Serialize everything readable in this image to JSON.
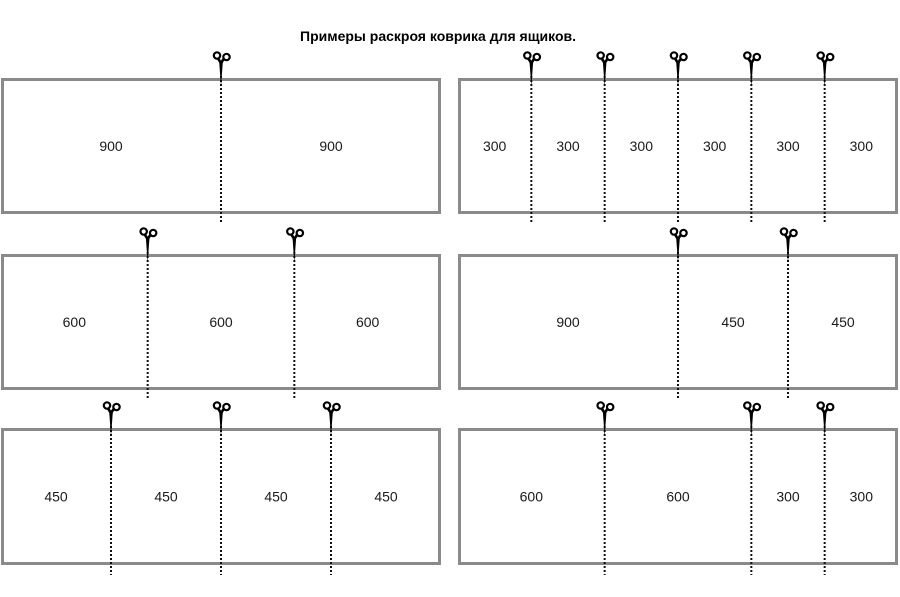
{
  "title": "Примеры раскроя коврика для ящиков.",
  "colors": {
    "border": "#8a8a8a",
    "cut_line": "#111111",
    "scissors": "#000000",
    "text": "#1a1a1a"
  },
  "icons": {
    "cut_marker": "scissors-icon"
  },
  "mats": [
    {
      "id": "mat-1",
      "segments": [
        {
          "label": "900",
          "length": 900
        },
        {
          "label": "900",
          "length": 900
        }
      ]
    },
    {
      "id": "mat-2",
      "segments": [
        {
          "label": "300",
          "length": 300
        },
        {
          "label": "300",
          "length": 300
        },
        {
          "label": "300",
          "length": 300
        },
        {
          "label": "300",
          "length": 300
        },
        {
          "label": "300",
          "length": 300
        },
        {
          "label": "300",
          "length": 300
        }
      ]
    },
    {
      "id": "mat-3",
      "segments": [
        {
          "label": "600",
          "length": 600
        },
        {
          "label": "600",
          "length": 600
        },
        {
          "label": "600",
          "length": 600
        }
      ]
    },
    {
      "id": "mat-4",
      "segments": [
        {
          "label": "900",
          "length": 900
        },
        {
          "label": "450",
          "length": 450
        },
        {
          "label": "450",
          "length": 450
        }
      ]
    },
    {
      "id": "mat-5",
      "segments": [
        {
          "label": "450",
          "length": 450
        },
        {
          "label": "450",
          "length": 450
        },
        {
          "label": "450",
          "length": 450
        },
        {
          "label": "450",
          "length": 450
        }
      ]
    },
    {
      "id": "mat-6",
      "segments": [
        {
          "label": "600",
          "length": 600
        },
        {
          "label": "600",
          "length": 600
        },
        {
          "label": "300",
          "length": 300
        },
        {
          "label": "300",
          "length": 300
        }
      ]
    }
  ]
}
